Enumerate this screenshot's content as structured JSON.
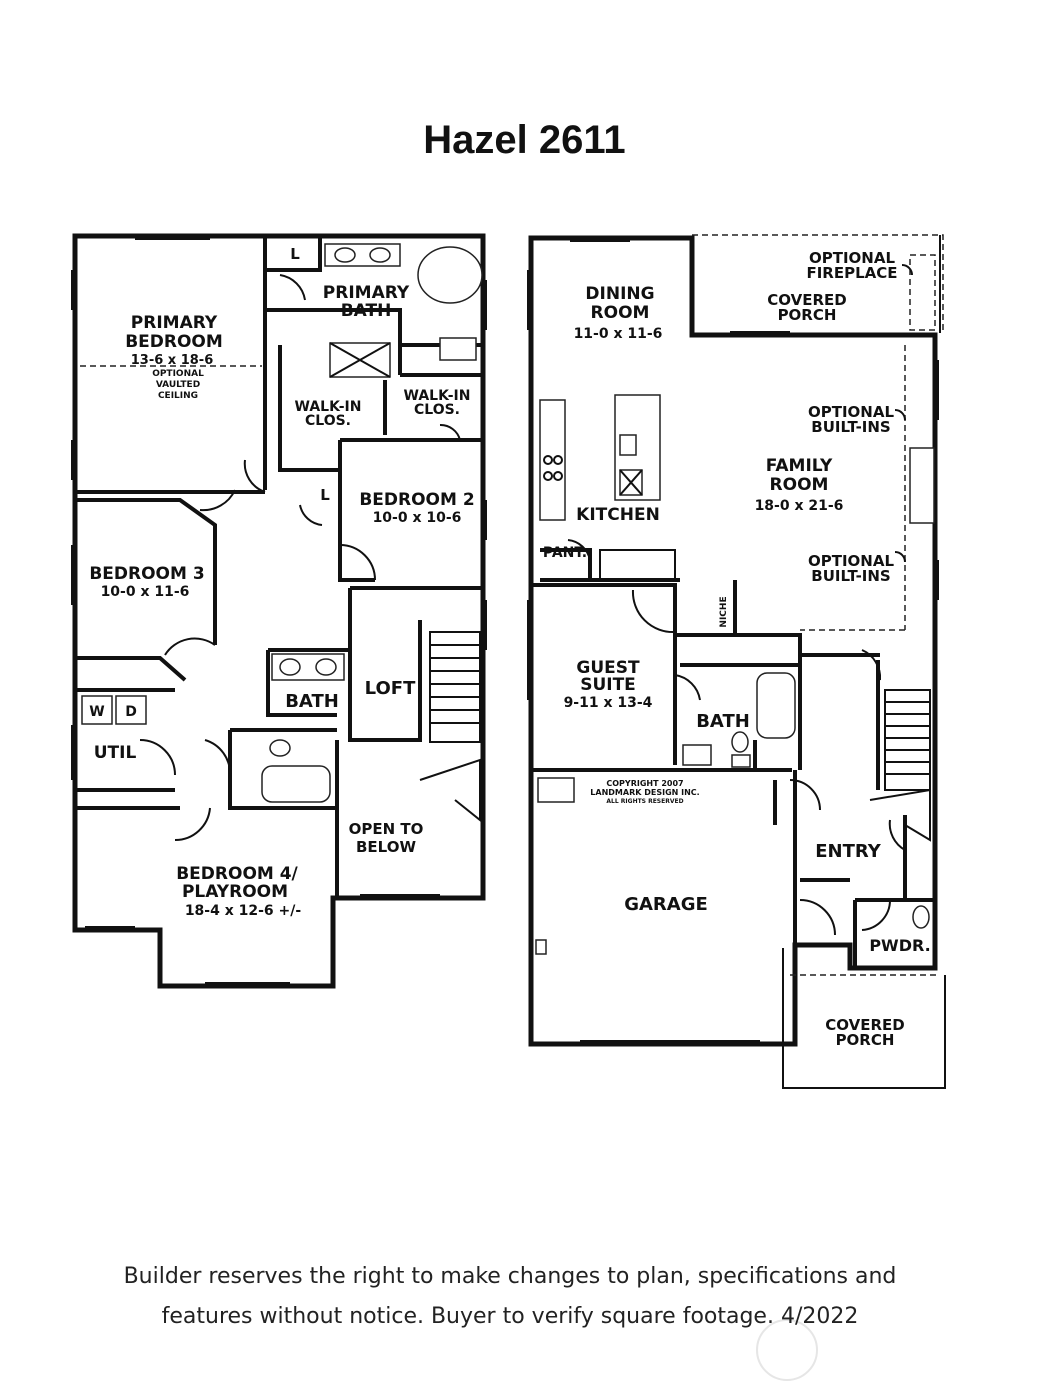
{
  "title": "Hazel 2611",
  "disclaimer": {
    "line1": "Builder reserves the right to make changes to plan, specifications and",
    "line2": "features without notice.  Buyer to verify square footage.  4/2022"
  },
  "upper_floor": {
    "primary_bedroom": {
      "name_1": "PRIMARY",
      "name_2": "BEDROOM",
      "dims": "13-6 x 18-6",
      "note_1": "OPTIONAL",
      "note_2": "VAULTED",
      "note_3": "CEILING"
    },
    "primary_bath": {
      "name_1": "PRIMARY",
      "name_2": "BATH"
    },
    "linen_1": "L",
    "linen_2": "L",
    "walk_in_1": {
      "line1": "WALK-IN",
      "line2": "CLOS."
    },
    "walk_in_2": {
      "line1": "WALK-IN",
      "line2": "CLOS."
    },
    "bedroom_2": {
      "name": "BEDROOM 2",
      "dims": "10-0 x 10-6"
    },
    "bedroom_3": {
      "name": "BEDROOM 3",
      "dims": "10-0 x 11-6"
    },
    "bath": "BATH",
    "loft": "LOFT",
    "washer": "W",
    "dryer": "D",
    "util": "UTIL",
    "open_to_below": {
      "line1": "OPEN TO",
      "line2": "BELOW"
    },
    "bedroom_4": {
      "name_1": "BEDROOM 4/",
      "name_2": "PLAYROOM",
      "dims": "18-4 x 12-6 +/-"
    }
  },
  "main_floor": {
    "dining": {
      "name_1": "DINING",
      "name_2": "ROOM",
      "dims": "11-0 x 11-6"
    },
    "covered_porch_rear": {
      "line1": "COVERED",
      "line2": "PORCH"
    },
    "optional_fireplace": {
      "line1": "OPTIONAL",
      "line2": "FIREPLACE"
    },
    "optional_builtins_1": {
      "line1": "OPTIONAL",
      "line2": "BUILT-INS"
    },
    "optional_builtins_2": {
      "line1": "OPTIONAL",
      "line2": "BUILT-INS"
    },
    "family_room": {
      "name_1": "FAMILY",
      "name_2": "ROOM",
      "dims": "18-0 x 21-6"
    },
    "kitchen": "KITCHEN",
    "pantry": "PANT.",
    "niche": "NICHE",
    "guest_suite": {
      "name_1": "GUEST",
      "name_2": "SUITE",
      "dims": "9-11 x 13-4"
    },
    "bath": "BATH",
    "copyright": {
      "line1": "COPYRIGHT 2007",
      "line2": "LANDMARK DESIGN INC.",
      "line3": "ALL RIGHTS RESERVED"
    },
    "entry": "ENTRY",
    "garage": "GARAGE",
    "powder": "PWDR.",
    "covered_porch_front": {
      "line1": "COVERED",
      "line2": "PORCH"
    }
  }
}
